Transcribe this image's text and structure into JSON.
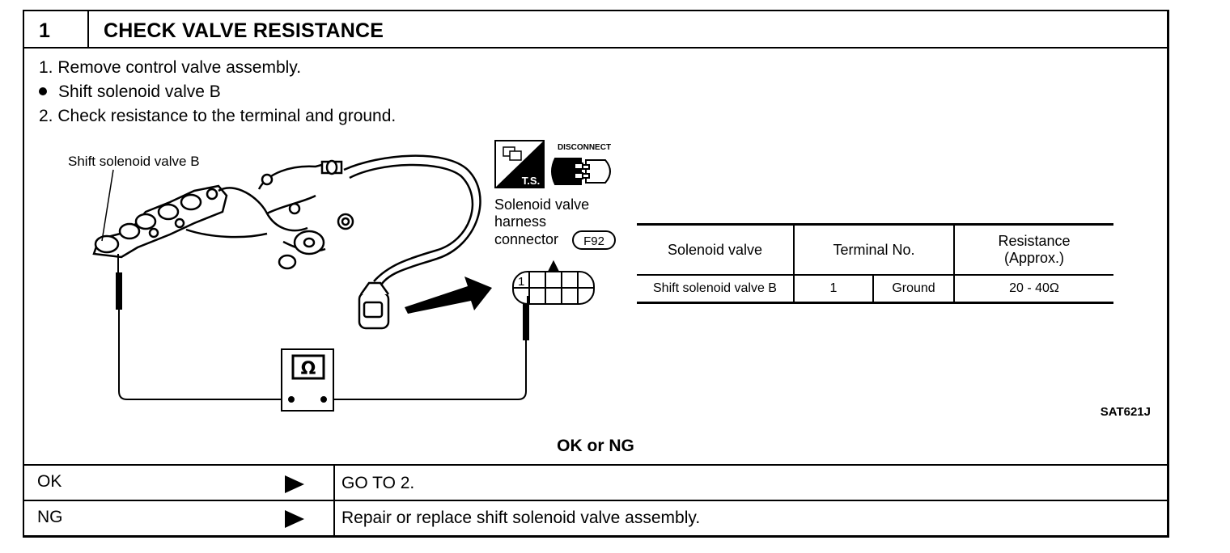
{
  "header": {
    "number": "1",
    "title": "CHECK VALVE RESISTANCE"
  },
  "steps": [
    "1.  Remove control valve assembly.",
    "Shift solenoid valve B",
    "2.  Check resistance to the terminal and ground."
  ],
  "figure": {
    "label_valve": "Shift solenoid valve B",
    "ts_label": "T.S.",
    "disconnect_label": "DISCONNECT",
    "connector_caption_1": "Solenoid valve",
    "connector_caption_2": "harness",
    "connector_caption_3": "connector",
    "connector_id": "F92",
    "terminal_number": "1",
    "ohm_symbol": "Ω",
    "figure_code": "SAT621J"
  },
  "spec_table": {
    "headers": [
      "Solenoid valve",
      "Terminal No.",
      "Resistance",
      "(Approx.)"
    ],
    "row": {
      "valve": "Shift solenoid valve B",
      "terminal": "1",
      "ground": "Ground",
      "resistance": "20 - 40Ω"
    }
  },
  "result": {
    "title": "OK or NG",
    "ok_label": "OK",
    "ok_action": "GO TO 2.",
    "ng_label": "NG",
    "ng_action": "Repair or replace shift solenoid valve assembly."
  }
}
